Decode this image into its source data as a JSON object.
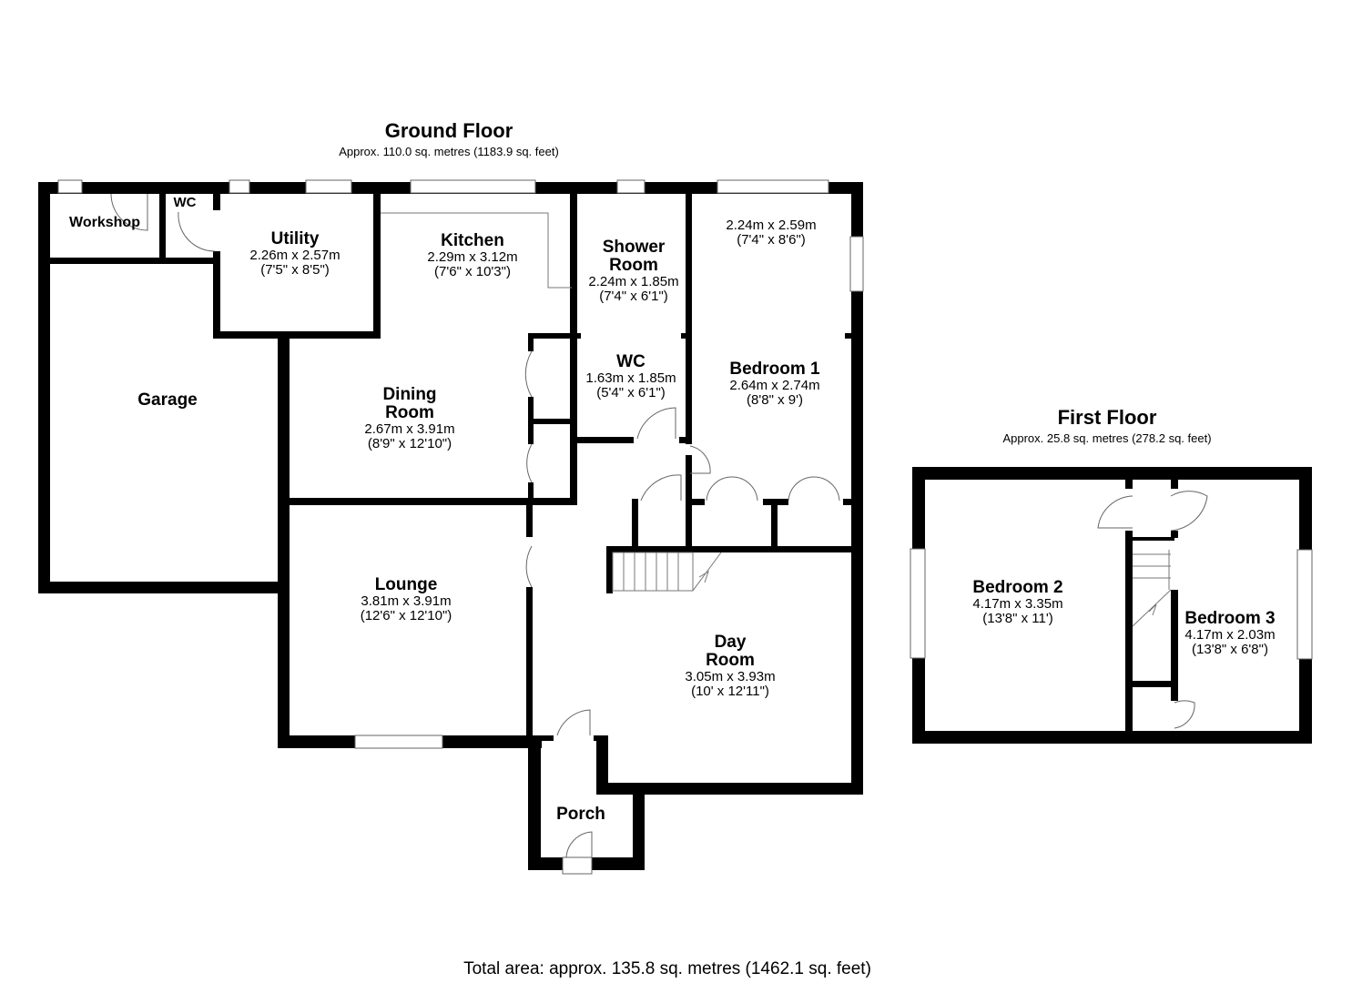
{
  "ground_floor": {
    "title": "Ground Floor",
    "area": "Approx. 110.0 sq. metres (1183.9 sq. feet)",
    "rooms": {
      "workshop": {
        "name": "Workshop"
      },
      "wc_small": {
        "name": "WC"
      },
      "utility": {
        "name": "Utility",
        "metric": "2.26m x 2.57m",
        "imperial": "(7'5\" x 8'5\")"
      },
      "kitchen": {
        "name": "Kitchen",
        "metric": "2.29m x 3.12m",
        "imperial": "(7'6\" x 10'3\")"
      },
      "shower_room": {
        "name_line1": "Shower",
        "name_line2": "Room",
        "metric": "2.24m x 1.85m",
        "imperial": "(7'4\" x 6'1\")"
      },
      "ensuite_area": {
        "metric": "2.24m x 2.59m",
        "imperial": "(7'4\" x 8'6\")"
      },
      "garage": {
        "name": "Garage"
      },
      "wc": {
        "name": "WC",
        "metric": "1.63m x 1.85m",
        "imperial": "(5'4\" x 6'1\")"
      },
      "bedroom1": {
        "name": "Bedroom 1",
        "metric": "2.64m x 2.74m",
        "imperial": "(8'8\" x 9')"
      },
      "dining_room": {
        "name_line1": "Dining",
        "name_line2": "Room",
        "metric": "2.67m x 3.91m",
        "imperial": "(8'9\" x 12'10\")"
      },
      "lounge": {
        "name": "Lounge",
        "metric": "3.81m x 3.91m",
        "imperial": "(12'6\" x 12'10\")"
      },
      "day_room": {
        "name_line1": "Day",
        "name_line2": "Room",
        "metric": "3.05m x 3.93m",
        "imperial": "(10' x 12'11\")"
      },
      "porch": {
        "name": "Porch"
      }
    }
  },
  "first_floor": {
    "title": "First Floor",
    "area": "Approx. 25.8 sq. metres (278.2 sq. feet)",
    "rooms": {
      "bedroom2": {
        "name": "Bedroom 2",
        "metric": "4.17m x 3.35m",
        "imperial": "(13'8\" x 11')"
      },
      "bedroom3": {
        "name": "Bedroom 3",
        "metric": "4.17m x 2.03m",
        "imperial": "(13'8\" x 6'8\")"
      }
    }
  },
  "total_area": "Total area: approx. 135.8 sq. metres (1462.1 sq. feet)",
  "colors": {
    "wall": "#000000",
    "background": "#ffffff",
    "fixture_line": "#666666"
  }
}
